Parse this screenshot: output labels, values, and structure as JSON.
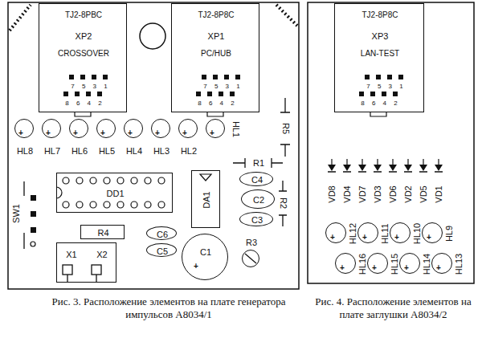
{
  "diagram": {
    "nodes": [
      {
        "text": [
          "TJ2-8PBC",
          "XP2",
          "CROSSOVER",
          "7 5 3 1",
          "8 6 4 2"
        ]
      },
      {
        "text": [
          "TJ2-8P8C",
          "XP1",
          "PC/HUB",
          "7 5 3 1",
          "8 6 4 2"
        ]
      },
      {
        "text": [
          "HL8",
          "+"
        ]
      },
      {
        "text": [
          "HL7",
          "+"
        ]
      },
      {
        "text": [
          "HL6",
          "+"
        ]
      },
      {
        "text": [
          "HL5",
          "+"
        ]
      },
      {
        "text": [
          "HL4",
          "+"
        ]
      },
      {
        "text": [
          "HL3",
          "+"
        ]
      },
      {
        "text": [
          "HL2",
          "+"
        ]
      },
      {
        "text": [
          "HL1",
          "+"
        ]
      },
      {
        "text": [
          "DD1"
        ]
      },
      {
        "text": [
          "DA1"
        ]
      },
      {
        "text": [
          "C4"
        ]
      },
      {
        "text": [
          "C2"
        ]
      },
      {
        "text": [
          "C3"
        ]
      },
      {
        "text": [
          "R4"
        ]
      },
      {
        "text": [
          "C6"
        ]
      },
      {
        "text": [
          "C5"
        ]
      },
      {
        "text": [
          "X1",
          "X2"
        ]
      },
      {
        "text": [
          "C1",
          "+"
        ]
      },
      {
        "text": [
          "R3"
        ]
      },
      {
        "text": [
          "TJ2-8P8C",
          "XP3",
          "LAN-TEST",
          "7 5 3 1",
          "8 6 4 2"
        ]
      },
      {
        "text": [
          "HL12",
          "+"
        ]
      },
      {
        "text": [
          "HL11",
          "+"
        ]
      },
      {
        "text": [
          "HL10",
          "+"
        ]
      },
      {
        "text": [
          "HL9",
          "+"
        ]
      },
      {
        "text": [
          "HL16",
          "+"
        ]
      },
      {
        "text": [
          "HL15",
          "+"
        ]
      },
      {
        "text": [
          "HL14",
          "+"
        ]
      },
      {
        "text": [
          "HL13",
          "+"
        ]
      }
    ],
    "labels": [
      "R5",
      "R1",
      "R2",
      "SW1",
      "VD8",
      "VD4",
      "VD7",
      "VD3",
      "VD6",
      "VD2",
      "VD5",
      "VD1",
      "Рис. 3. Расположение элементов на плате генератора импульсов А8034/1",
      "Рис. 4. Расположение элементов на плате заглушки А8034/2"
    ]
  }
}
